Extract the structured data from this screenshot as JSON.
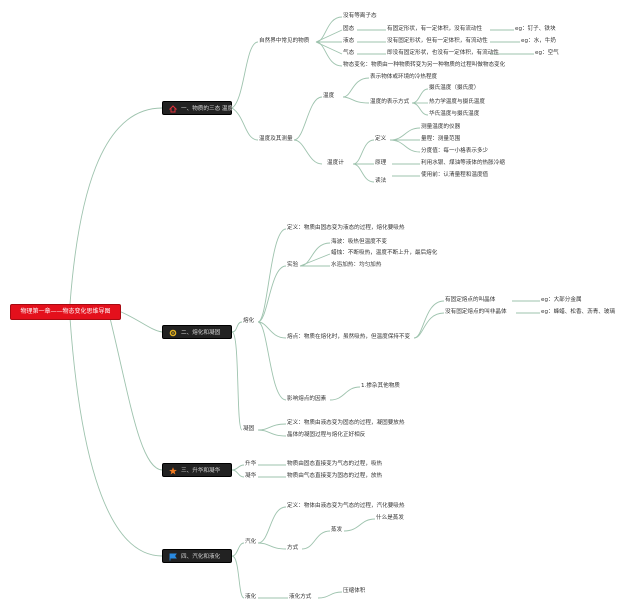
{
  "root": "物理第一章——物态变化思维导图",
  "topics": [
    {
      "label": "一、物质的三态 温度",
      "icon": "house-icon",
      "color": "#e0303a"
    },
    {
      "label": "二、熔化和凝固",
      "icon": "target-icon",
      "color": "#e0b020"
    },
    {
      "label": "三、升华和凝华",
      "icon": "star-icon",
      "color": "#f07a20"
    },
    {
      "label": "四、汽化和液化",
      "icon": "flag-icon",
      "color": "#2a8ae0"
    }
  ],
  "t1": {
    "b1": "自然界中常见的物质",
    "b1_items": [
      "没有等离子态",
      "固态",
      "液态",
      "气态",
      "物态变化：物质由一种物质转变为另一种物质的过程叫做物态变化"
    ],
    "solid_desc": "有固定形状，有一定体积，没有流动性",
    "solid_eg": "eg：钉子、铁块",
    "liquid_desc": "没有固定形状，但有一定体积，有流动性",
    "liquid_eg": "eg：水，牛奶",
    "gas_desc": "即没有固定形状，也没有一定体积，有流动性",
    "gas_eg": "eg：空气",
    "b2": "温度及其测量",
    "temp": "温度",
    "temp_def": "表示物体或环境的冷热程度",
    "temp_methods": "温度的表示方式",
    "temp_methods_items": [
      "摄氏温度（摄氏度）",
      "热力学温度与摄氏温度",
      "华氏温度与摄氏温度"
    ],
    "thermo": "温度计",
    "def": "定义",
    "def_items": [
      "测量温度的仪器",
      "量程：测量范围",
      "分度值：每一小格表示多少"
    ],
    "principle": "原理",
    "principle_text": "利用水银、煤油等液体的热胀冷缩",
    "reading": "读法",
    "reading_text": "使用前：认清量程和温度值"
  },
  "t2": {
    "melt": "熔化",
    "melt_def": "定义：物质由固态变为液态的过程，熔化要吸热",
    "exp": "实验",
    "exp_items": [
      "海波：吸热但温度不变",
      "蜡烛：不断吸热，温度不断上升，最后熔化",
      "水浴加热：均匀加热"
    ],
    "mp": "熔点：物质在熔化时，虽然吸热，但温度保持不变",
    "cryst": "有固定熔点的叫晶体",
    "cryst_eg": "eg：大部分金属",
    "amorph": "没有固定熔点的叫非晶体",
    "amorph_eg": "eg：蜂蜡、松香、沥青、玻璃",
    "factor": "影响熔点的因素",
    "factor_item": "1.掺杂其他物质",
    "freeze": "凝固",
    "freeze_items": [
      "定义：物质由液态变为固态的过程，凝固要放热",
      "晶体的凝固过程与熔化正好相反"
    ]
  },
  "t3": {
    "sub": "升华",
    "sub_text": "物质由固态直接变为气态的过程，吸热",
    "dep": "凝华",
    "dep_text": "物质由气态直接变为固态的过程，放热"
  },
  "t4": {
    "vap": "汽化",
    "vap_def": "定义：物体由液态变为气态的过程，汽化要吸热",
    "ways": "方式",
    "evap": "蒸发",
    "evap_item": "什么是蒸发",
    "liq": "液化",
    "liq_ways": "液化方式",
    "liq_item": "压缩体积"
  }
}
